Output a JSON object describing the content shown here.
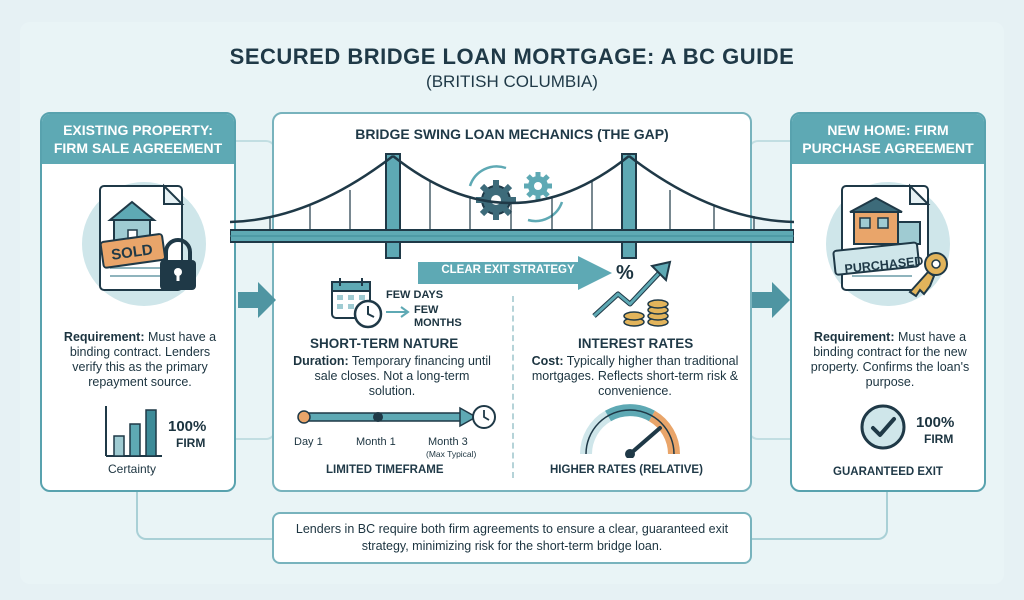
{
  "header": {
    "title": "SECURED BRIDGE LOAN MORTGAGE: A BC GUIDE",
    "subtitle": "(BRITISH COLUMBIA)"
  },
  "left_panel": {
    "heading": "EXISTING PROPERTY: FIRM SALE AGREEMENT",
    "sign_text": "SOLD",
    "requirement_label": "Requirement:",
    "requirement_text": "Must have a binding contract. Lenders verify this as the primary repayment source.",
    "percent": "100%",
    "percent_label": "FIRM",
    "caption": "Certainty"
  },
  "center_panel": {
    "heading": "BRIDGE SWING LOAN MECHANICS (THE GAP)",
    "banner": "CLEAR EXIT STRATEGY",
    "duration_from": "FEW DAYS",
    "duration_to": "FEW MONTHS",
    "short_term": {
      "title": "SHORT-TERM NATURE",
      "label": "Duration:",
      "text": "Temporary financing until sale closes. Not a long-term solution.",
      "timeline": [
        "Day 1",
        "Month 1",
        "Month 3"
      ],
      "timeline_note": "(Max Typical)",
      "caption": "LIMITED TIMEFRAME"
    },
    "interest": {
      "title": "INTEREST RATES",
      "label": "Cost:",
      "text": "Typically higher than traditional mortgages. Reflects short-term risk & convenience.",
      "percent_symbol": "%",
      "caption": "HIGHER RATES (RELATIVE)"
    }
  },
  "right_panel": {
    "heading": "NEW HOME: FIRM PURCHASE AGREEMENT",
    "sign_text": "PURCHASED",
    "requirement_label": "Requirement:",
    "requirement_text": "Must have a binding contract for the new property. Confirms the loan's purpose.",
    "percent": "100%",
    "percent_label": "FIRM",
    "caption": "GUARANTEED EXIT"
  },
  "footer": {
    "text": "Lenders in BC require both firm agreements to ensure a clear, guaranteed exit strategy, minimizing risk for the short-term bridge loan."
  },
  "colors": {
    "teal": "#5ea9b4",
    "dark": "#1f3947",
    "orange": "#e9a56a",
    "gold": "#e2b45b"
  }
}
